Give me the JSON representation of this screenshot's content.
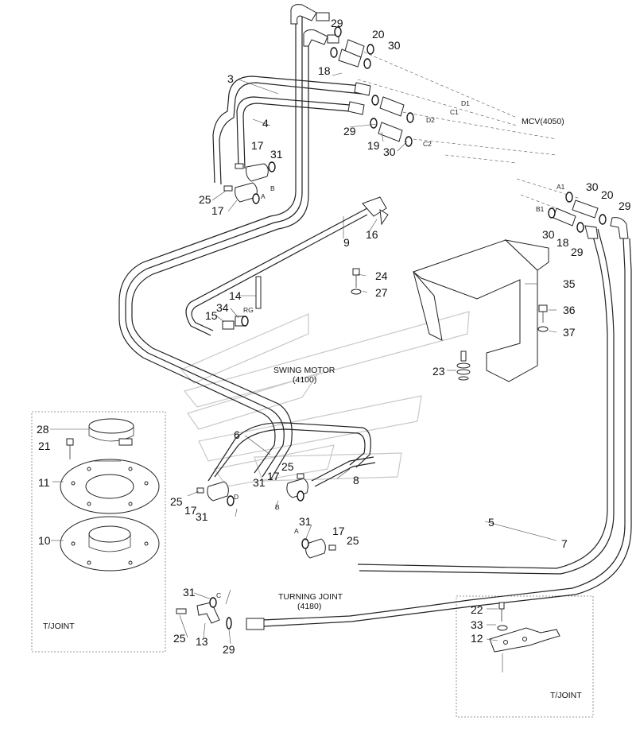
{
  "part_numbers": {
    "p29_top": "29",
    "p20_top": "20",
    "p30_top": "30",
    "p18_top": "18",
    "p3": "3",
    "p4": "4",
    "p29_mid": "29",
    "p19": "19",
    "p30_mid": "30",
    "p17_a": "17",
    "p31_a": "31",
    "p25_a": "25",
    "p17_b": "17",
    "p30_r": "30",
    "p20_r": "20",
    "p29_r1": "29",
    "p30_r2": "30",
    "p18_r": "18",
    "p29_r2": "29",
    "p9": "9",
    "p16": "16",
    "p24": "24",
    "p27": "27",
    "p35": "35",
    "p36": "36",
    "p37": "37",
    "p14": "14",
    "p34": "34",
    "p15": "15",
    "p23": "23",
    "p28": "28",
    "p21": "21",
    "p11": "11",
    "p10": "10",
    "p6": "6",
    "p25_c": "25",
    "p17_c": "17",
    "p8": "8",
    "p31_c": "31",
    "p25_d": "25",
    "p17_d": "17",
    "p31_d": "31",
    "p31_e": "31",
    "p17_e": "17",
    "p25_e": "25",
    "p5": "5",
    "p7": "7",
    "p31_f": "31",
    "p25_f": "25",
    "p13": "13",
    "p29_f": "29",
    "p22": "22",
    "p33": "33",
    "p12": "12"
  },
  "ports": {
    "d1": "D1",
    "c1": "C1",
    "d2": "D2",
    "c2": "C2",
    "a1": "A1",
    "b1": "B1",
    "a_top": "A",
    "b_top": "B",
    "rg": "RG",
    "b_mid": "B",
    "d_mid": "D",
    "a_mid": "A",
    "c_low": "C"
  },
  "labels": {
    "mcv": "MCV(4050)",
    "swing_motor_1": "SWING MOTOR",
    "swing_motor_2": "(4100)",
    "turning_joint_1": "TURNING JOINT",
    "turning_joint_2": "(4180)",
    "tjoint_left": "T/JOINT",
    "tjoint_right": "T/JOINT"
  }
}
